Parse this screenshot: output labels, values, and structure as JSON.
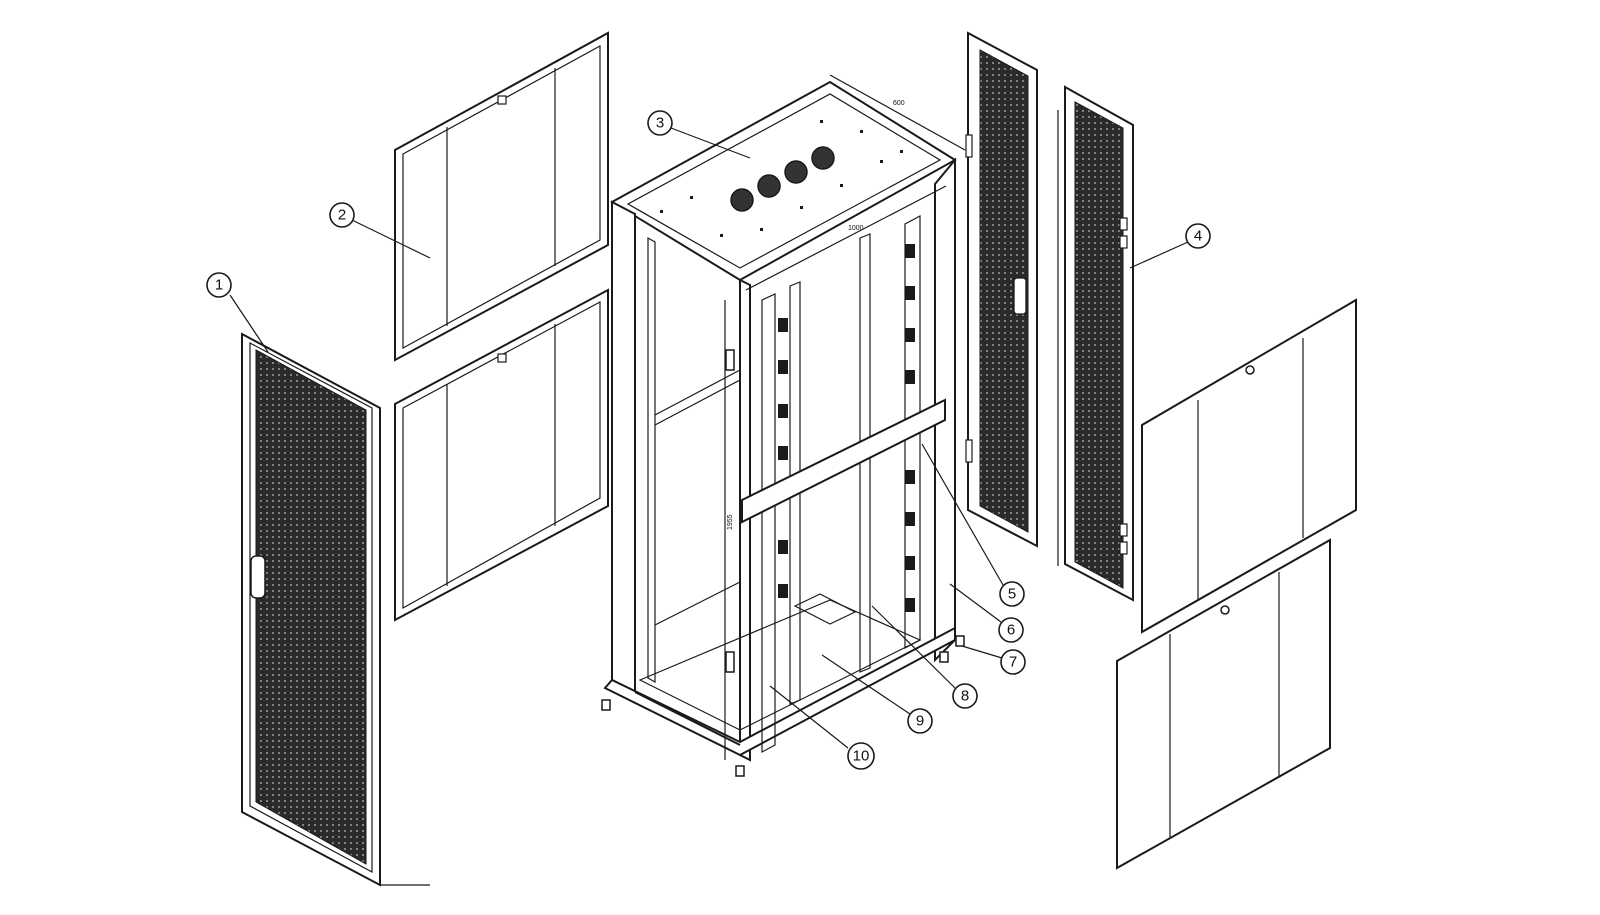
{
  "callouts": [
    {
      "number": "1",
      "part": "front-mesh-door"
    },
    {
      "number": "2",
      "part": "rear-glass-door-pair"
    },
    {
      "number": "3",
      "part": "top-cover-with-fans"
    },
    {
      "number": "4",
      "part": "rear-mesh-door-pair"
    },
    {
      "number": "5",
      "part": "middle-crossbar"
    },
    {
      "number": "6",
      "part": "vertical-mounting-rail"
    },
    {
      "number": "7",
      "part": "caster-foot"
    },
    {
      "number": "8",
      "part": "cable-management-rail"
    },
    {
      "number": "9",
      "part": "bottom-plate"
    },
    {
      "number": "10",
      "part": "front-frame"
    }
  ],
  "dimensions": {
    "depth": "600",
    "width": "1000",
    "height": "1955"
  },
  "colors": {
    "line": "#1a1a1a",
    "mesh": "#222222",
    "background": "#ffffff"
  }
}
